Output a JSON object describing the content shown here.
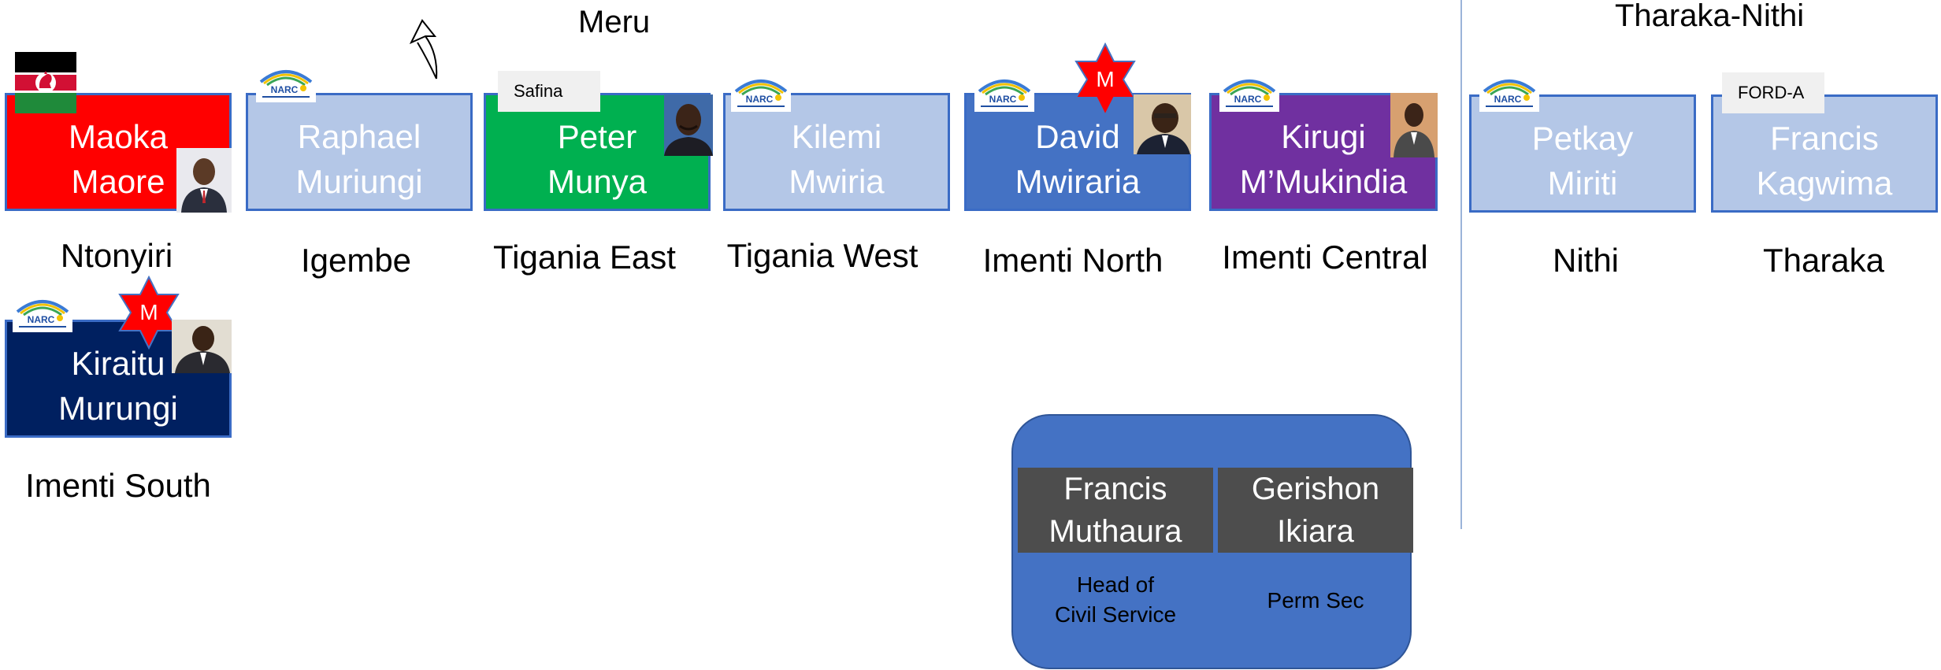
{
  "regions": {
    "meru": "Meru",
    "tharaka_nithi": "Tharaka-Nithi"
  },
  "colors": {
    "kanu_red": "#ff0000",
    "narc_light": "#b4c7e7",
    "safina_green": "#00b050",
    "narc_blue": "#4472c4",
    "purple": "#7030a0",
    "navy": "#002060",
    "cabinet_box": "#4d4d4d"
  },
  "mps": [
    {
      "first": "Maoka",
      "last": "Maore",
      "constituency": "Ntonyiri",
      "party_icon": "kenya-flag-icon",
      "photo": true,
      "minister": false
    },
    {
      "first": "Raphael",
      "last": "Muriungi",
      "constituency": "Igembe",
      "party_icon": "narc-logo-icon",
      "photo": false,
      "minister": false
    },
    {
      "first": "Peter",
      "last": "Munya",
      "constituency": "Tigania East",
      "party_label": "Safina",
      "photo": true,
      "minister": false
    },
    {
      "first": "Kilemi",
      "last": "Mwiria",
      "constituency": "Tigania West",
      "party_icon": "narc-logo-icon",
      "photo": false,
      "minister": false
    },
    {
      "first": "David",
      "last": "Mwiraria",
      "constituency": "Imenti North",
      "party_icon": "narc-logo-icon",
      "photo": true,
      "minister": true
    },
    {
      "first": "Kirugi",
      "last": "M’Mukindia",
      "constituency": "Imenti Central",
      "party_icon": "narc-logo-icon",
      "photo": true,
      "minister": false
    },
    {
      "first": "Kiraitu",
      "last": "Murungi",
      "constituency": "Imenti South",
      "party_icon": "narc-logo-icon",
      "photo": true,
      "minister": true
    },
    {
      "first": "Petkay",
      "last": "Miriti",
      "constituency": "Nithi",
      "party_icon": "narc-logo-icon",
      "photo": false,
      "minister": false
    },
    {
      "first": "Francis",
      "last": "Kagwima",
      "constituency": "Tharaka",
      "party_label": "FORD-A",
      "photo": false,
      "minister": false
    }
  ],
  "minister_badge": "M",
  "cabinet": [
    {
      "first": "Francis",
      "last": "Muthaura",
      "role_line1": "Head of",
      "role_line2": "Civil Service"
    },
    {
      "first": "Gerishon",
      "last": "Ikiara",
      "role_line1": "Perm Sec",
      "role_line2": ""
    }
  ]
}
